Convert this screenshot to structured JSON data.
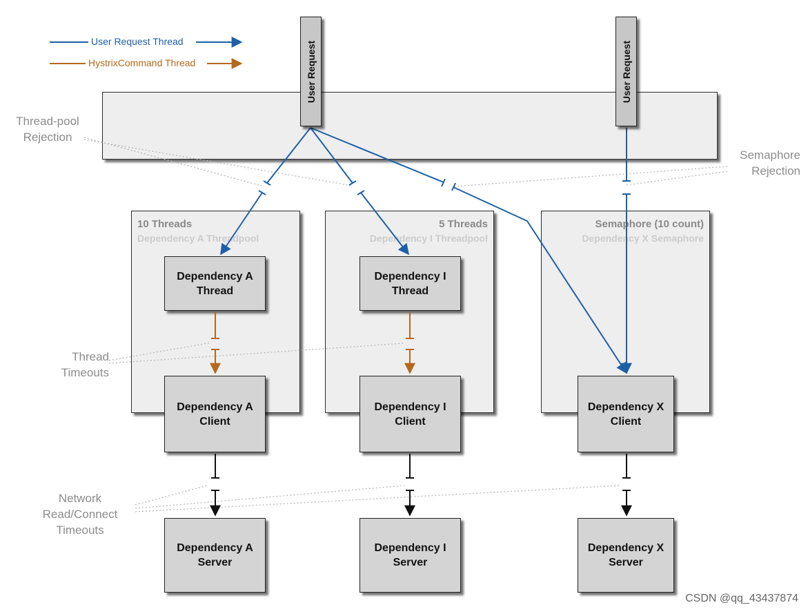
{
  "legend": {
    "user_thread": "User Request Thread",
    "hystrix_thread": "HystrixCommand Thread"
  },
  "user_request_label": "User Request",
  "labels": {
    "threadpool_rejection": [
      "Thread-pool",
      "Rejection"
    ],
    "semaphore_rejection": [
      "Semaphore",
      "Rejection"
    ],
    "thread_timeouts": [
      "Thread",
      "Timeouts"
    ],
    "network_timeouts": [
      "Network",
      "Read/Connect",
      "Timeouts"
    ]
  },
  "pools": [
    {
      "title": "10 Threads",
      "subtitle": "Dependency A Threadpool"
    },
    {
      "title": "5 Threads",
      "subtitle": "Dependency I Threadpool"
    },
    {
      "title": "Semaphore (10 count)",
      "subtitle": "Dependency X Semaphore"
    }
  ],
  "threads": [
    [
      "Dependency A",
      "Thread"
    ],
    [
      "Dependency I",
      "Thread"
    ]
  ],
  "clients": [
    [
      "Dependency A",
      "Client"
    ],
    [
      "Dependency I",
      "Client"
    ],
    [
      "Dependency X",
      "Client"
    ]
  ],
  "servers": [
    [
      "Dependency A",
      "Server"
    ],
    [
      "Dependency I",
      "Server"
    ],
    [
      "Dependency X",
      "Server"
    ]
  ],
  "colors": {
    "user_thread": "#1f5fa8",
    "hystrix_thread": "#b5681c",
    "network": "#111111",
    "dotted": "#b8b8b8"
  },
  "watermark": "CSDN @qq_43437874"
}
